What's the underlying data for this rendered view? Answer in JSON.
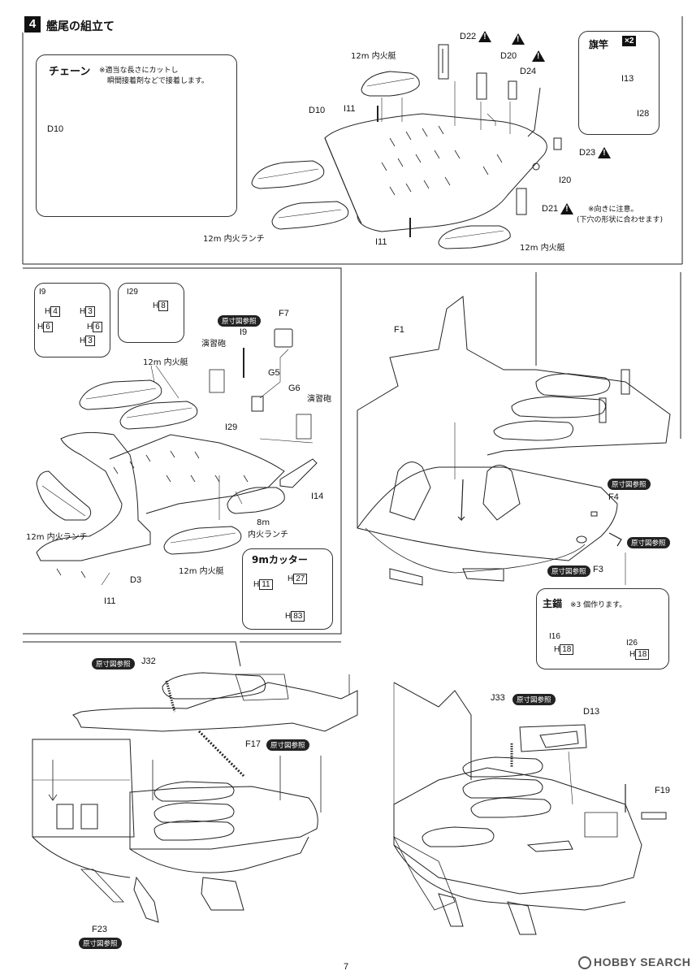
{
  "step": {
    "number": "4",
    "title": "艦尾の組立て"
  },
  "chain_box": {
    "title": "チェーン",
    "note_line1": "※適当な長さにカットし",
    "note_line2": "瞬間接着剤などで接着します。",
    "part": "D10"
  },
  "flag_box": {
    "title": "旗竿",
    "qty": "×2",
    "parts": [
      "I13",
      "I28"
    ]
  },
  "top_parts": {
    "d22": "D22",
    "d20": "D20",
    "d24": "D24",
    "d23": "D23",
    "i20": "I20",
    "d21": "D21",
    "d21_note_line1": "※向きに注意。",
    "d21_note_line2": "(下穴の形状に合わせます)",
    "d10": "D10",
    "i11_a": "I11",
    "i11_b": "I11",
    "boat_12m_a": "12m 内火艇",
    "boat_12m_b": "12m 内火艇",
    "launch_12m": "12m 内火ランチ"
  },
  "i9_box": {
    "title": "I9",
    "h4": "H",
    "h4n": "4",
    "h3a": "H",
    "h3an": "3",
    "h6a": "H",
    "h6an": "6",
    "h6b": "H",
    "h6bn": "6",
    "h3b": "H",
    "h3bn": "3"
  },
  "i29_box": {
    "title": "I29",
    "h8": "H",
    "h8n": "8"
  },
  "mid_left": {
    "ref": "原寸図参照",
    "f7": "F7",
    "i9": "I9",
    "drill_gun_a": "演習砲",
    "drill_gun_b": "演習砲",
    "g5": "G5",
    "g6": "G6",
    "i29": "I29",
    "boat_12m_a": "12m 内火艇",
    "boat_12m_b": "12m 内火艇",
    "launch_12m": "12m 内火ランチ",
    "launch_8m_line1": "8m",
    "launch_8m_line2": "内火ランチ",
    "i14": "I14",
    "d3": "D3",
    "i11": "I11"
  },
  "cutter_box": {
    "title": "9mカッター",
    "h11": "H",
    "h11n": "11",
    "h27": "H",
    "h27n": "27",
    "h83": "H",
    "h83n": "83"
  },
  "mid_right": {
    "f1": "F1",
    "ref_a": "原寸図参照",
    "f4": "F4",
    "ref_b": "原寸図参照",
    "ref_c": "原寸図参照",
    "f3": "F3"
  },
  "anchor_box": {
    "title": "主錨",
    "note": "※3 個作ります。",
    "i16": "I16",
    "h18a": "H",
    "h18an": "18",
    "i26": "I26",
    "h18b": "H",
    "h18bn": "18"
  },
  "bottom_left": {
    "ref_a": "原寸図参照",
    "j32": "J32",
    "f17": "F17",
    "ref_b": "原寸図参照",
    "f23": "F23",
    "ref_c": "原寸図参照"
  },
  "bottom_right": {
    "j33": "J33",
    "ref": "原寸図参照",
    "d13": "D13",
    "f19": "F19"
  },
  "footer": {
    "page": "7",
    "watermark": "HOBBY SEARCH"
  }
}
